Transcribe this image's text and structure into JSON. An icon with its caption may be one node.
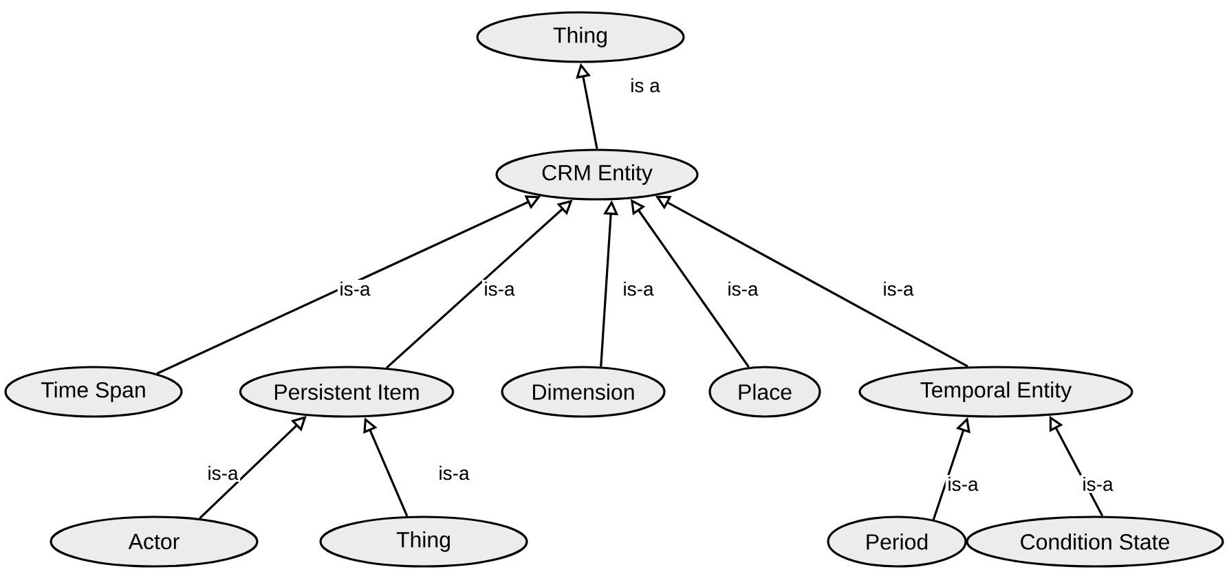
{
  "diagram": {
    "nodes": [
      {
        "text": [
          "Thing"
        ]
      },
      {
        "text": [
          "CRM Entity"
        ]
      },
      {
        "text": [
          "Time Span"
        ]
      },
      {
        "text": [
          "Persistent Item"
        ]
      },
      {
        "text": [
          "Dimension"
        ]
      },
      {
        "text": [
          "Place"
        ]
      },
      {
        "text": [
          "Temporal Entity"
        ]
      },
      {
        "text": [
          "Actor"
        ]
      },
      {
        "text": [
          "Thing"
        ]
      },
      {
        "text": [
          "Period"
        ]
      },
      {
        "text": [
          "Condition State"
        ]
      }
    ],
    "edges": [
      {
        "from": 1,
        "to": 0,
        "arrow": "to",
        "label": "is a"
      },
      {
        "from": 2,
        "to": 1,
        "arrow": "to",
        "label": "is-a"
      },
      {
        "from": 3,
        "to": 1,
        "arrow": "to",
        "label": "is-a"
      },
      {
        "from": 4,
        "to": 1,
        "arrow": "to",
        "label": "is-a"
      },
      {
        "from": 5,
        "to": 1,
        "arrow": "to",
        "label": "is-a"
      },
      {
        "from": 6,
        "to": 1,
        "arrow": "to",
        "label": "is-a"
      },
      {
        "from": 7,
        "to": 3,
        "arrow": "to",
        "label": "is-a"
      },
      {
        "from": 8,
        "to": 3,
        "arrow": "to",
        "label": "is-a"
      },
      {
        "from": 9,
        "to": 6,
        "arrow": "to",
        "label": "is-a"
      },
      {
        "from": 10,
        "to": 6,
        "arrow": "to",
        "label": "is-a"
      }
    ]
  }
}
